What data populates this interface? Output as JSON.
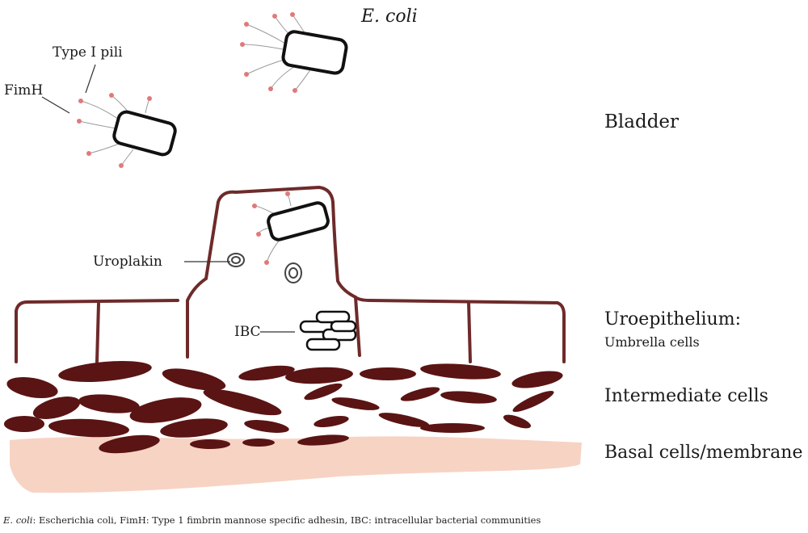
{
  "labels": {
    "ecoli": "E. coli",
    "type1_pili": "Type I pili",
    "fimh": "FimH",
    "uroplakin": "Uroplakin",
    "ibc": "IBC",
    "bladder": "Bladder",
    "uroepithelium": "Uroepithelium:",
    "umbrella_cells": "Umbrella cells",
    "intermediate_cells": "Intermediate cells",
    "basal_cells": "Basal cells/membrane"
  },
  "caption": {
    "abbr1": "E. coli",
    "def1": ": Escherichia coli, FimH: Type 1 fimbrin mannose specific adhesin, IBC: intracellular bacterial communities"
  },
  "colors": {
    "cell_membrane": "#6e2a2a",
    "nuclei": "#5a1414",
    "basal_membrane": "#f7d3c4",
    "fimh_tip": "#e07a7a",
    "outline": "#111111"
  }
}
